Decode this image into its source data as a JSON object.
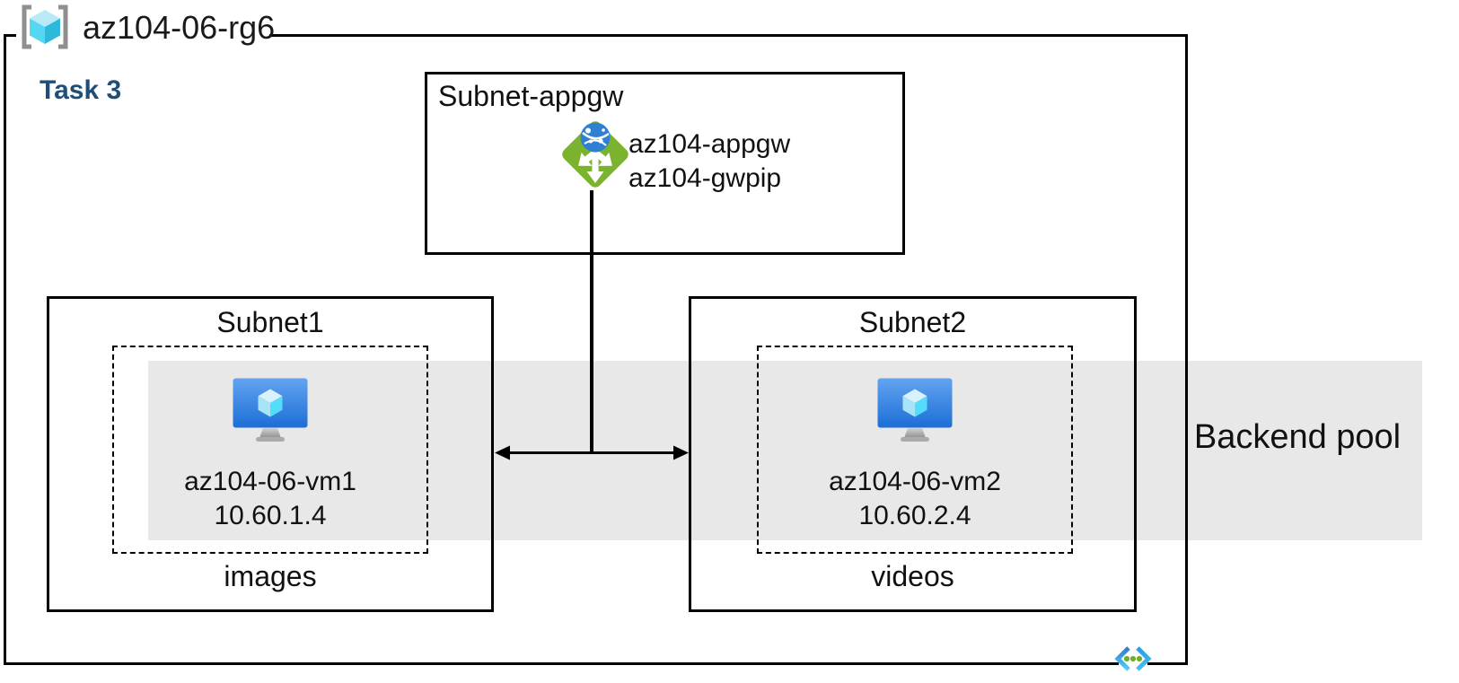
{
  "resource_group": {
    "name": "az104-06-rg6",
    "icon": "resource-group-icon"
  },
  "task_label": "Task 3",
  "appgw_subnet": {
    "title": "Subnet-appgw",
    "gateway_name": "az104-appgw",
    "gateway_pip": "az104-gwpip",
    "icon": "application-gateway-icon"
  },
  "subnet1": {
    "title": "Subnet1",
    "vm_name": "az104-06-vm1",
    "vm_ip": "10.60.1.4",
    "caption": "images",
    "icon": "virtual-machine-icon"
  },
  "subnet2": {
    "title": "Subnet2",
    "vm_name": "az104-06-vm2",
    "vm_ip": "10.60.2.4",
    "caption": "videos",
    "icon": "virtual-machine-icon"
  },
  "backend_pool": {
    "label": "Backend pool"
  },
  "vnet": {
    "icon": "virtual-network-icon"
  },
  "colors": {
    "task_label": "#1F4E79",
    "backend_band": "#E8E8E8",
    "line_black": "#000000",
    "appgw_green": "#7CB32E",
    "appgw_globe_blue": "#2F80D0",
    "vm_screen_top": "#5C9CEC",
    "vm_screen_bottom": "#1C6ED6",
    "cube_top": "#D9F1FB",
    "cube_left": "#A9E4F6",
    "cube_right": "#55DCFA",
    "rg_bracket_gray": "#8F8F8F",
    "vnet_dot_green": "#6FAE2B"
  }
}
